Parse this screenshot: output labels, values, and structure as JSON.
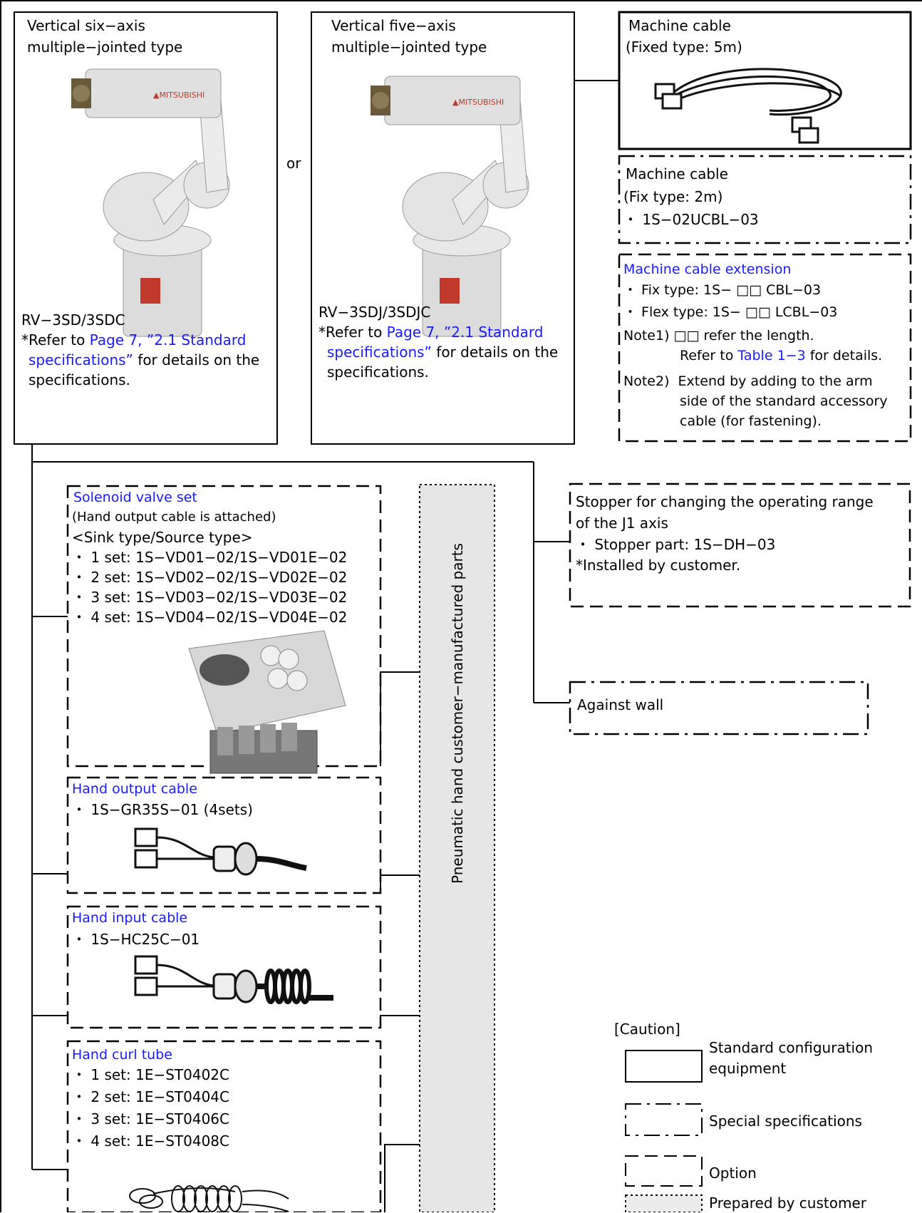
{
  "robot6": {
    "title1": "Vertical six−axis",
    "title2": "multiple−jointed type",
    "model": "RV−3SD/3SDC",
    "ref_pre": "*Refer to ",
    "ref_link": "Page 7, ”2.1 Standard",
    "ref_link2": "specifications”",
    "ref_post": " for details on the",
    "ref_post2": "specifications."
  },
  "or_label": "or",
  "robot5": {
    "title1": "Vertical five−axis",
    "title2": "multiple−jointed type",
    "model": "RV−3SDJ/3SDJC",
    "ref_pre": "*Refer to ",
    "ref_link": "Page 7, ”2.1 Standard",
    "ref_link2": "specifications”",
    "ref_post": " for details on the",
    "ref_post2": "specifications."
  },
  "machine_cable_5m": {
    "title": "Machine cable",
    "sub": "(Fixed type: 5m)"
  },
  "machine_cable_2m": {
    "title": "Machine cable",
    "sub": "(Fix type: 2m)",
    "item": "・ 1S−02UCBL−03"
  },
  "extension": {
    "title": "Machine cable extension",
    "item1": "・ Fix type: 1S− □□ CBL−03",
    "item2": "・ Flex type: 1S− □□ LCBL−03",
    "note1a": "Note1) □□ refer the length.",
    "note1b_pre": "Refer to ",
    "note1b_link": "Table 1−3",
    "note1b_post": " for details.",
    "note2a": "Note2)  Extend by adding to the arm",
    "note2b": "side of the standard accessory",
    "note2c": "cable (for fastening)."
  },
  "solenoid": {
    "title": "Solenoid valve set",
    "sub": "(Hand output cable is attached)",
    "type": "<Sink type/Source type>",
    "items": [
      "・ 1 set: 1S−VD01−02/1S−VD01E−02",
      "・ 2 set: 1S−VD02−02/1S−VD02E−02",
      "・ 3 set: 1S−VD03−02/1S−VD03E−02",
      "・ 4 set: 1S−VD04−02/1S−VD04E−02"
    ]
  },
  "hand_output": {
    "title": "Hand output cable",
    "item": "・ 1S−GR35S−01 (4sets)"
  },
  "hand_input": {
    "title": "Hand input cable",
    "item": "・ 1S−HC25C−01"
  },
  "curl_tube": {
    "title": "Hand curl tube",
    "items": [
      "・ 1 set: 1E−ST0402C",
      "・ 2 set: 1E−ST0404C",
      "・ 3 set: 1E−ST0406C",
      "・ 4 set: 1E−ST0408C"
    ]
  },
  "pneumatic": "Pneumatic hand customer−manufactured parts",
  "stopper": {
    "l1": "Stopper for changing the operating range",
    "l2": "of the J1 axis",
    "l3": "・ Stopper part: 1S−DH−03",
    "l4": "*Installed by customer."
  },
  "wall": "Against wall",
  "legend": {
    "title": "[Caution]",
    "standard1": "Standard configuration",
    "standard2": "equipment",
    "special": "Special specifications",
    "option": "Option",
    "customer": "Prepared by customer"
  }
}
